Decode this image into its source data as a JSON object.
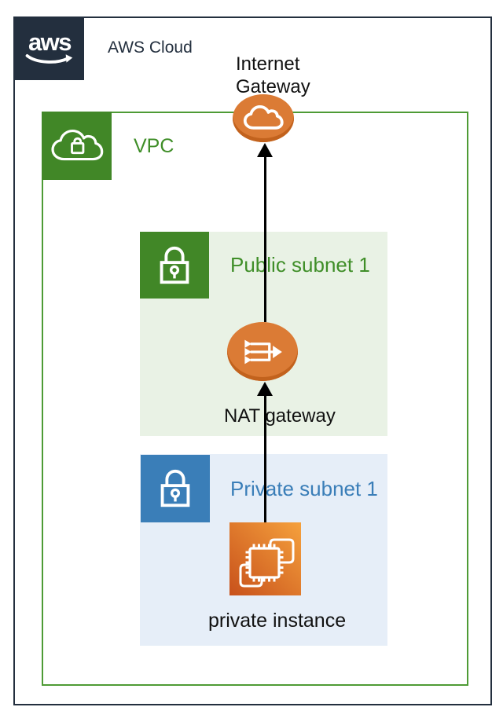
{
  "diagram": {
    "aws_cloud": {
      "logo_text": "aws",
      "label": "AWS Cloud"
    },
    "internet_gateway": {
      "label_lines": [
        "Internet",
        "Gateway"
      ],
      "icon": "cloud-icon"
    },
    "vpc": {
      "label": "VPC",
      "icon": "cloud-lock-icon"
    },
    "public_subnet": {
      "label": "Public subnet 1",
      "icon": "padlock-icon"
    },
    "nat_gateway": {
      "label": "NAT gateway",
      "icon": "merge-arrows-icon"
    },
    "private_subnet": {
      "label": "Private subnet 1",
      "icon": "padlock-icon"
    },
    "private_instance": {
      "label": "private instance",
      "icon": "chip-icon"
    },
    "connections": [
      {
        "from": "private instance",
        "to": "NAT gateway",
        "style": "arrow-up"
      },
      {
        "from": "NAT gateway",
        "to": "Internet Gateway",
        "style": "arrow-up"
      }
    ],
    "colors": {
      "aws_dark_navy": "#232F3E",
      "vpc_green": "#418727",
      "vpc_border_green": "#4E9B35",
      "public_subnet_bg": "#E9F2E5",
      "private_blue": "#3A7EB8",
      "private_subnet_bg": "#E6EEF8",
      "gateway_orange": "#DB7B35",
      "gateway_orange_shade": "#C2621D",
      "instance_gradient_start": "#C8511B",
      "instance_gradient_end": "#F5A13D",
      "connector_black": "#000000"
    }
  }
}
